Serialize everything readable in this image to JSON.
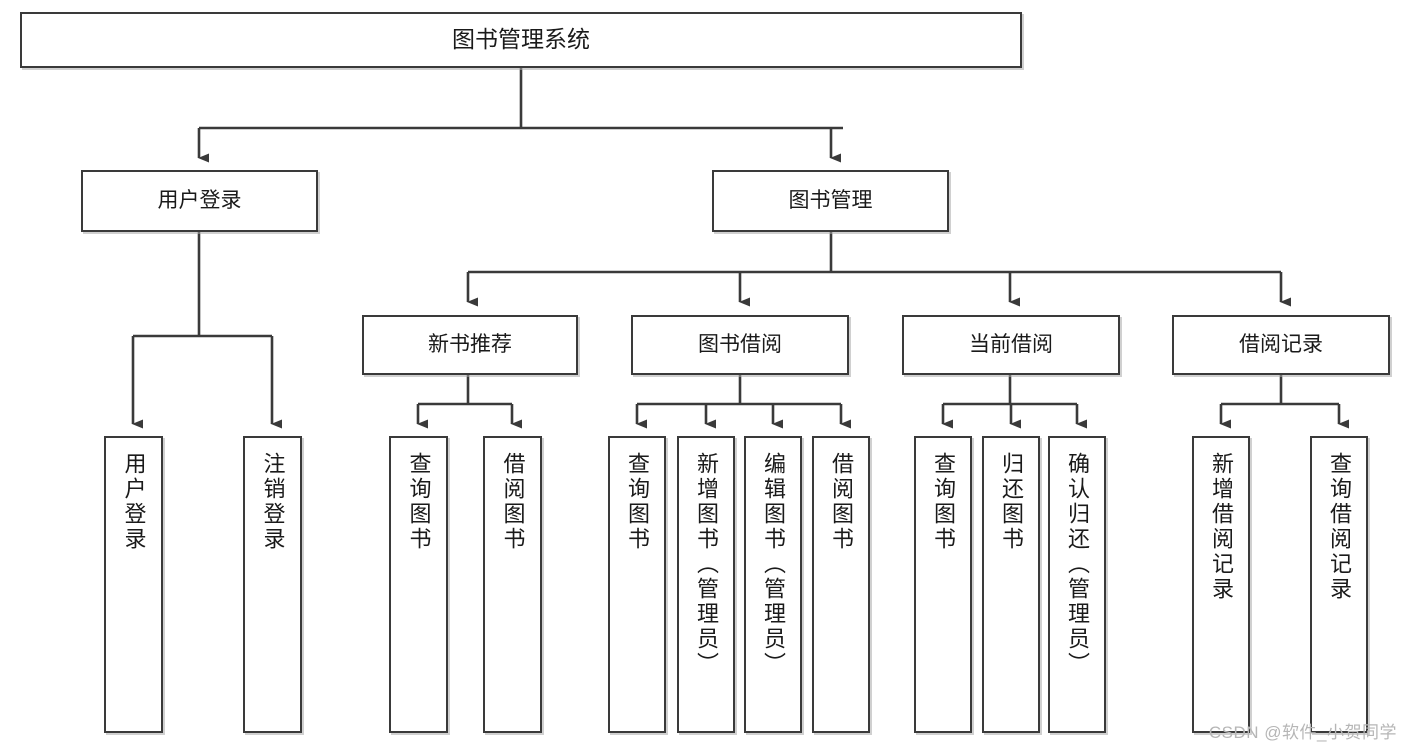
{
  "diagram": {
    "title": "图书管理系统",
    "type": "tree",
    "root": {
      "label": "图书管理系统"
    },
    "level1": [
      {
        "label": "用户登录"
      },
      {
        "label": "图书管理"
      }
    ],
    "level2": [
      {
        "label": "新书推荐"
      },
      {
        "label": "图书借阅"
      },
      {
        "label": "当前借阅"
      },
      {
        "label": "借阅记录"
      }
    ],
    "leaves": [
      {
        "label": "用户登录"
      },
      {
        "label": "注销登录"
      },
      {
        "label": "查询图书"
      },
      {
        "label": "借阅图书"
      },
      {
        "label": "查询图书"
      },
      {
        "label": "新增图书（管理员）"
      },
      {
        "label": "编辑图书（管理员）"
      },
      {
        "label": "借阅图书"
      },
      {
        "label": "查询图书"
      },
      {
        "label": "归还图书"
      },
      {
        "label": "确认归还（管理员）"
      },
      {
        "label": "新增借阅记录"
      },
      {
        "label": "查询借阅记录"
      }
    ]
  },
  "watermark": {
    "text": "CSDN @软件_小贺同学"
  },
  "colors": {
    "stroke": "#3a3a3a",
    "background": "#ffffff",
    "text": "#1a1a1a",
    "watermark": "#b6b6b6"
  }
}
